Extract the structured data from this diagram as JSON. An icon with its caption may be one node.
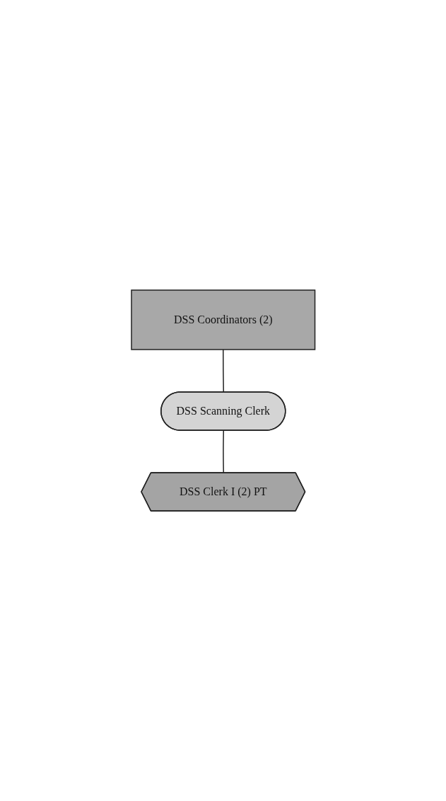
{
  "diagram": {
    "nodes": [
      {
        "text": [
          "DSS Coordinators (2)"
        ]
      },
      {
        "text": [
          "DSS Scanning Clerk"
        ]
      },
      {
        "text": [
          "DSS Clerk I (2) PT"
        ]
      }
    ],
    "edges": [
      {
        "from": 0,
        "to": 1,
        "arrow": "none"
      },
      {
        "from": 1,
        "to": 2,
        "arrow": "none"
      }
    ]
  }
}
